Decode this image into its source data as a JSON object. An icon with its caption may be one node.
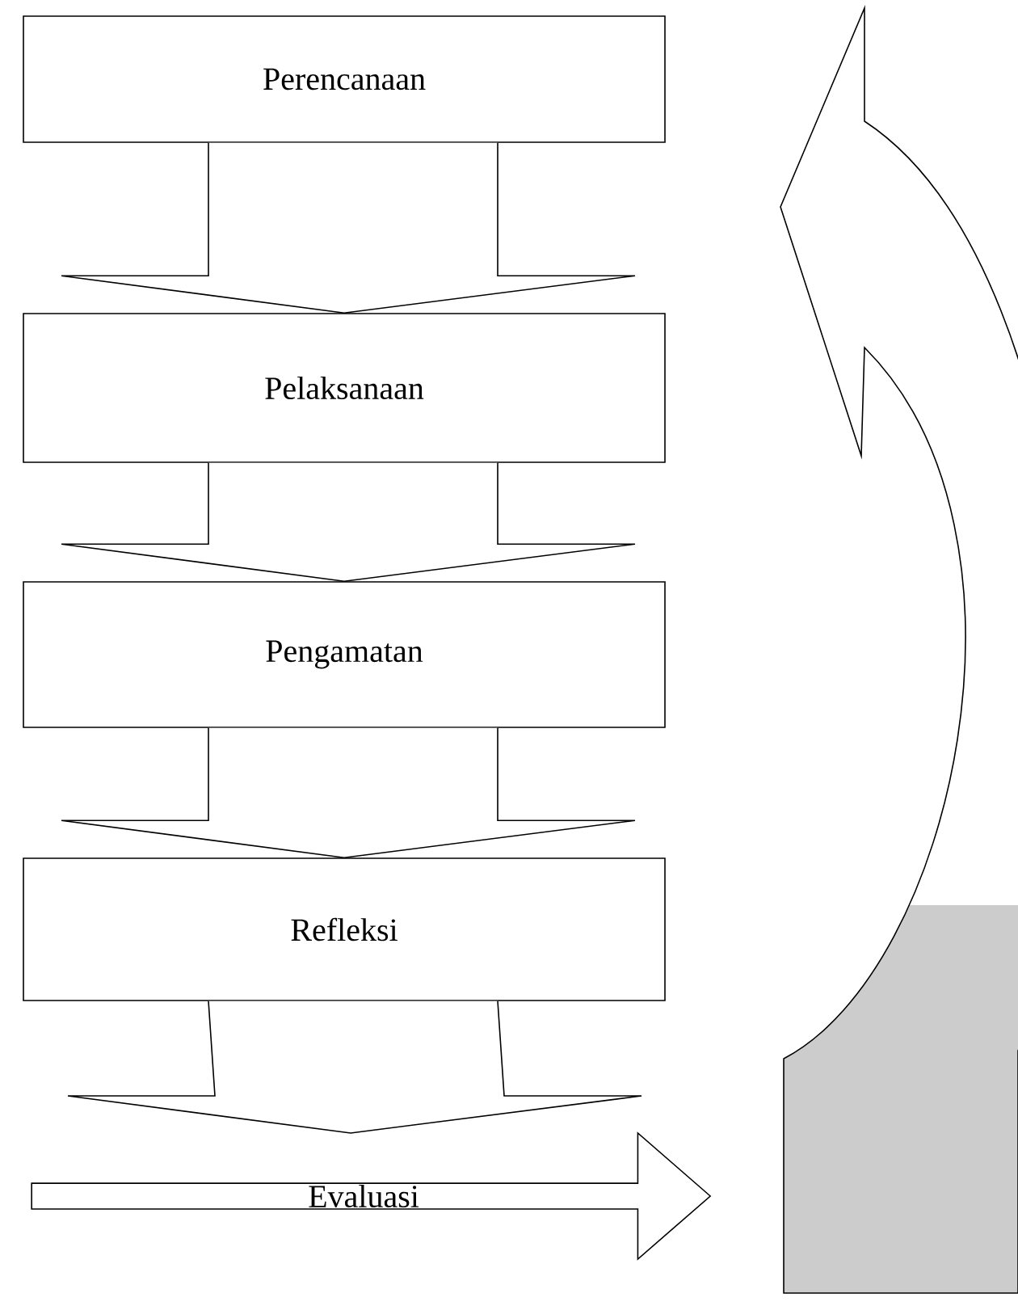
{
  "diagram": {
    "nodes": [
      {
        "text": [
          "Perencanaan"
        ]
      },
      {
        "text": [
          "Pelaksanaan"
        ]
      },
      {
        "text": [
          "Pengamatan"
        ]
      },
      {
        "text": [
          "Refleksi"
        ]
      },
      {
        "text": [
          "Evaluasi"
        ]
      }
    ],
    "edges": [
      {
        "from": 0,
        "to": 1,
        "arrow": "to"
      },
      {
        "from": 1,
        "to": 2,
        "arrow": "to"
      },
      {
        "from": 2,
        "to": 3,
        "arrow": "to"
      },
      {
        "from": 3,
        "to": 4,
        "arrow": "to"
      },
      {
        "from": 4,
        "to": 0,
        "arrow": "to"
      }
    ]
  }
}
